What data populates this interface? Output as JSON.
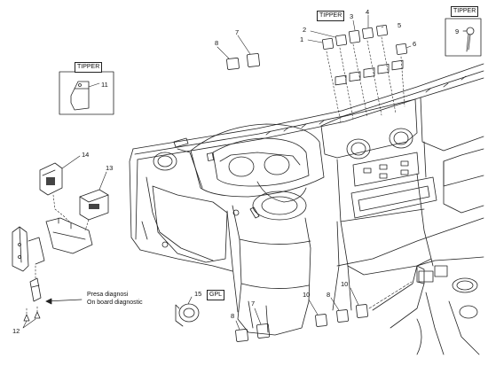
{
  "tags": {
    "tipper_top": "TIPPER",
    "tipper_right": "TIPPER",
    "tipper_left": "TIPPER",
    "gpl": "GPL"
  },
  "callouts": {
    "c1": "1",
    "c2": "2",
    "c3": "3",
    "c4": "4",
    "c5": "5",
    "c6": "6",
    "c7a": "7",
    "c8a": "8",
    "c9": "9",
    "c10a": "10",
    "c10b": "10",
    "c11": "11",
    "c12": "12",
    "c13": "13",
    "c14": "14",
    "c15": "15",
    "c8b": "8",
    "c7b": "7",
    "c8c": "8"
  },
  "diagnostic_note": {
    "line1": "Presa diagnosi",
    "line2": "On board diagnostic"
  }
}
